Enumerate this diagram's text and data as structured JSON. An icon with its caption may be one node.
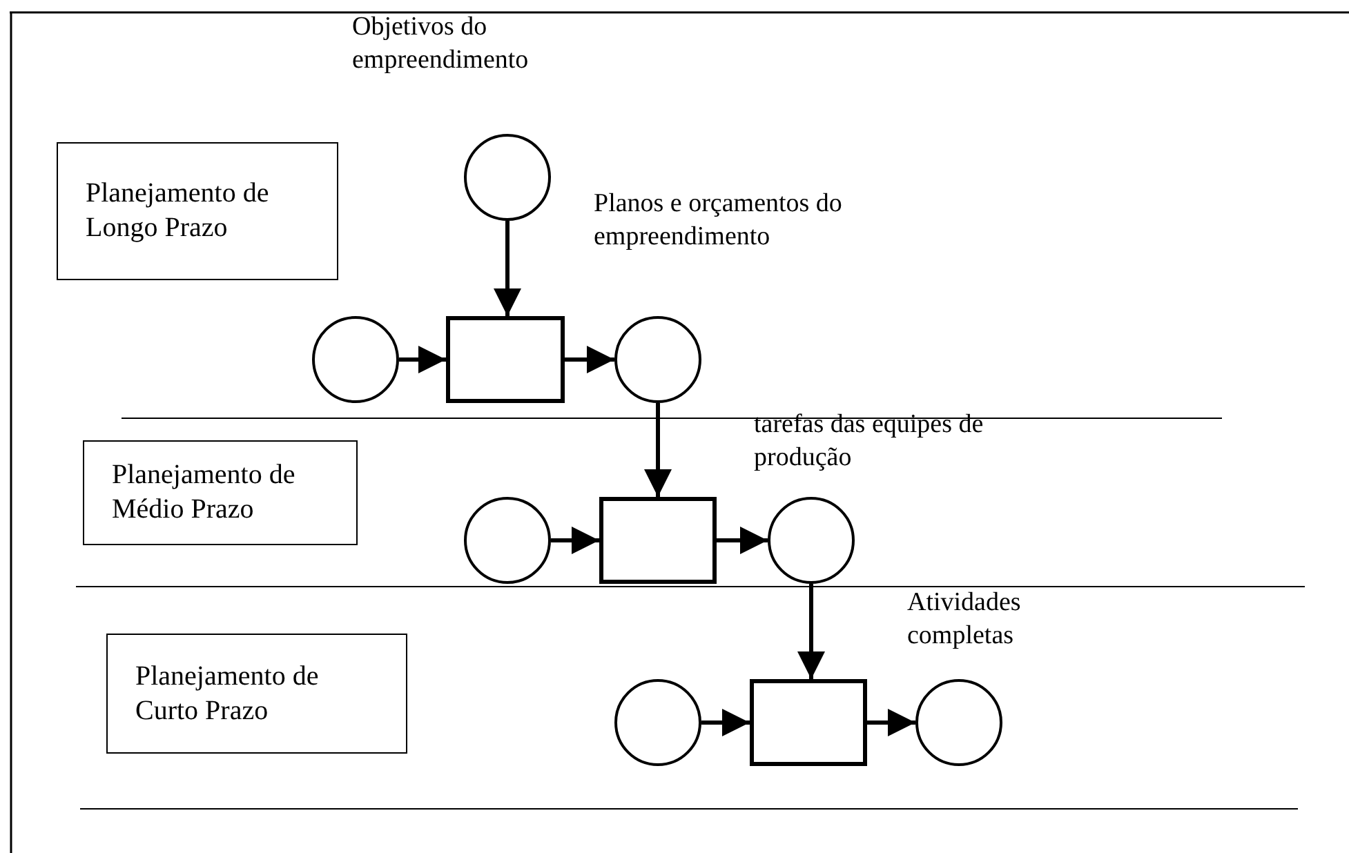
{
  "diagram": {
    "nodes": [
      {
        "text": [
          "Planejamento de Longo Prazo"
        ]
      },
      {
        "text": [
          "Planejamento de Médio Prazo"
        ]
      },
      {
        "text": [
          "Planejamento de Curto Prazo"
        ]
      },
      {
        "text": [],
        "shape": "circle",
        "beside": [
          "Objetivos do empreendimento"
        ]
      },
      {
        "text": [],
        "shape": "circle"
      },
      {
        "text": [],
        "shape": "box"
      },
      {
        "text": [],
        "shape": "circle",
        "beside": [
          "Planos e orçamentos do empreendimento"
        ]
      },
      {
        "text": [],
        "shape": "circle"
      },
      {
        "text": [],
        "shape": "box"
      },
      {
        "text": [],
        "shape": "circle",
        "beside": [
          "tarefas das equipes de produção"
        ]
      },
      {
        "text": [],
        "shape": "circle"
      },
      {
        "text": [],
        "shape": "box"
      },
      {
        "text": [],
        "shape": "circle",
        "beside": [
          "Atividades completas"
        ]
      }
    ],
    "edges": [
      {
        "from": 3,
        "to": 5,
        "arrow": "to"
      },
      {
        "from": 4,
        "to": 5,
        "arrow": "to"
      },
      {
        "from": 5,
        "to": 6,
        "arrow": "to"
      },
      {
        "from": 6,
        "to": 8,
        "arrow": "to"
      },
      {
        "from": 7,
        "to": 8,
        "arrow": "to"
      },
      {
        "from": 8,
        "to": 9,
        "arrow": "to"
      },
      {
        "from": 9,
        "to": 11,
        "arrow": "to"
      },
      {
        "from": 10,
        "to": 11,
        "arrow": "to"
      },
      {
        "from": 11,
        "to": 12,
        "arrow": "to"
      }
    ]
  }
}
